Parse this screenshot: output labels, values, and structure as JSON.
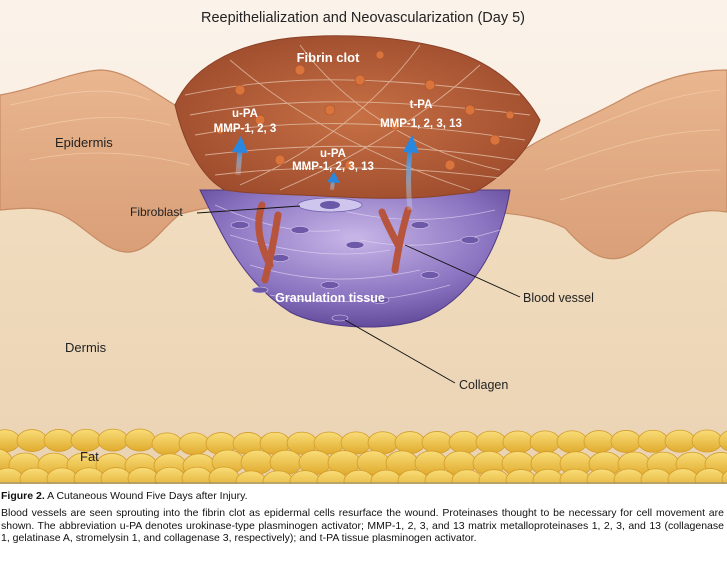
{
  "diagram": {
    "title": "Reepithelialization and Neovascularization (Day 5)",
    "labels": {
      "fibrin_clot": "Fibrin clot",
      "epidermis": "Epidermis",
      "fibroblast": "Fibroblast",
      "dermis": "Dermis",
      "fat": "Fat",
      "granulation_tissue": "Granulation tissue",
      "blood_vessel": "Blood vessel",
      "collagen": "Collagen"
    },
    "enzyme_groups": [
      {
        "line1": "u-PA",
        "line2": "MMP-1, 2, 3"
      },
      {
        "line1": "u-PA",
        "line2": "MMP-1, 2, 3, 13"
      },
      {
        "line1": "t-PA",
        "line2": "MMP-1, 2, 3, 13"
      }
    ],
    "colors": {
      "background": "#f7e8d8",
      "dermis": "#f0dcc0",
      "epidermis": "#e7b48d",
      "clot": "#b85f3a",
      "granulation": "#7f6ab6",
      "fat": "#f2c94c",
      "vessel": "#b7543e",
      "arrow": "#2f8fe0"
    }
  },
  "caption": {
    "figure_number": "Figure 2.",
    "figure_title": "A Cutaneous Wound Five Days after Injury.",
    "description": "Blood vessels are seen sprouting into the fibrin clot as epidermal cells resurface the wound. Proteinases thought to be necessary for cell movement are shown. The abbreviation u-PA denotes urokinase-type plasminogen activator; MMP-1, 2, 3, and 13 matrix metalloproteinases 1, 2, 3, and 13 (collagenase 1, gelatinase A, stromelysin 1, and collagenase 3, respectively); and t-PA tissue plasminogen activator."
  }
}
